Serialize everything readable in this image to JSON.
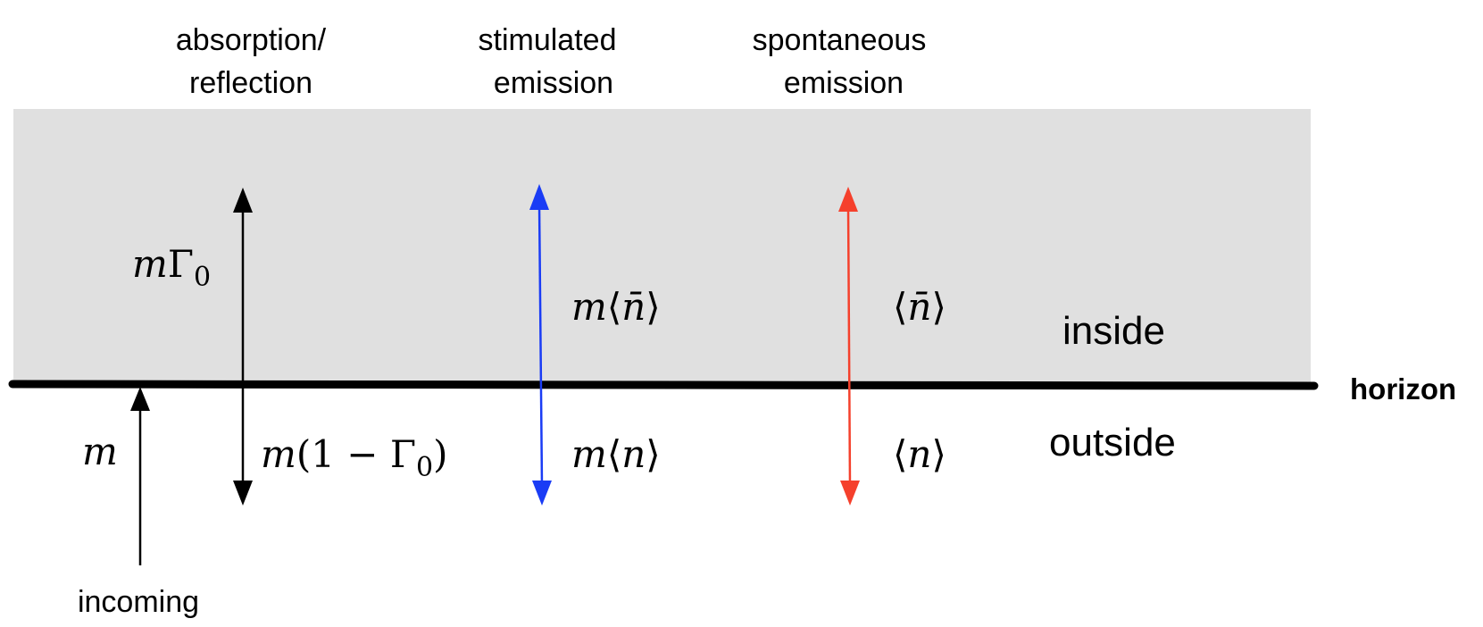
{
  "headings": {
    "absorption": {
      "line1": "absorption/",
      "line2": "reflection"
    },
    "stimulated": {
      "line1": "stimulated",
      "line2": "emission"
    },
    "spontaneous": {
      "line1": "spontaneous",
      "line2": "emission"
    }
  },
  "regions": {
    "inside": "inside",
    "outside": "outside",
    "horizon": "horizon",
    "incoming": "incoming"
  },
  "math": {
    "m": "m",
    "gamma0": "Γ",
    "sub0": "0",
    "one_minus": "(1 − Γ",
    "close_paren": ")",
    "nbar_bracket_open": "⟨",
    "nbar_bracket_close": "⟩",
    "nbar": "n̄",
    "n": "n"
  },
  "colors": {
    "inside_fill": "#e0e0e0",
    "black": "#000000",
    "stimulated_arrow": "#1a3cf5",
    "spontaneous_arrow": "#f5402c"
  }
}
